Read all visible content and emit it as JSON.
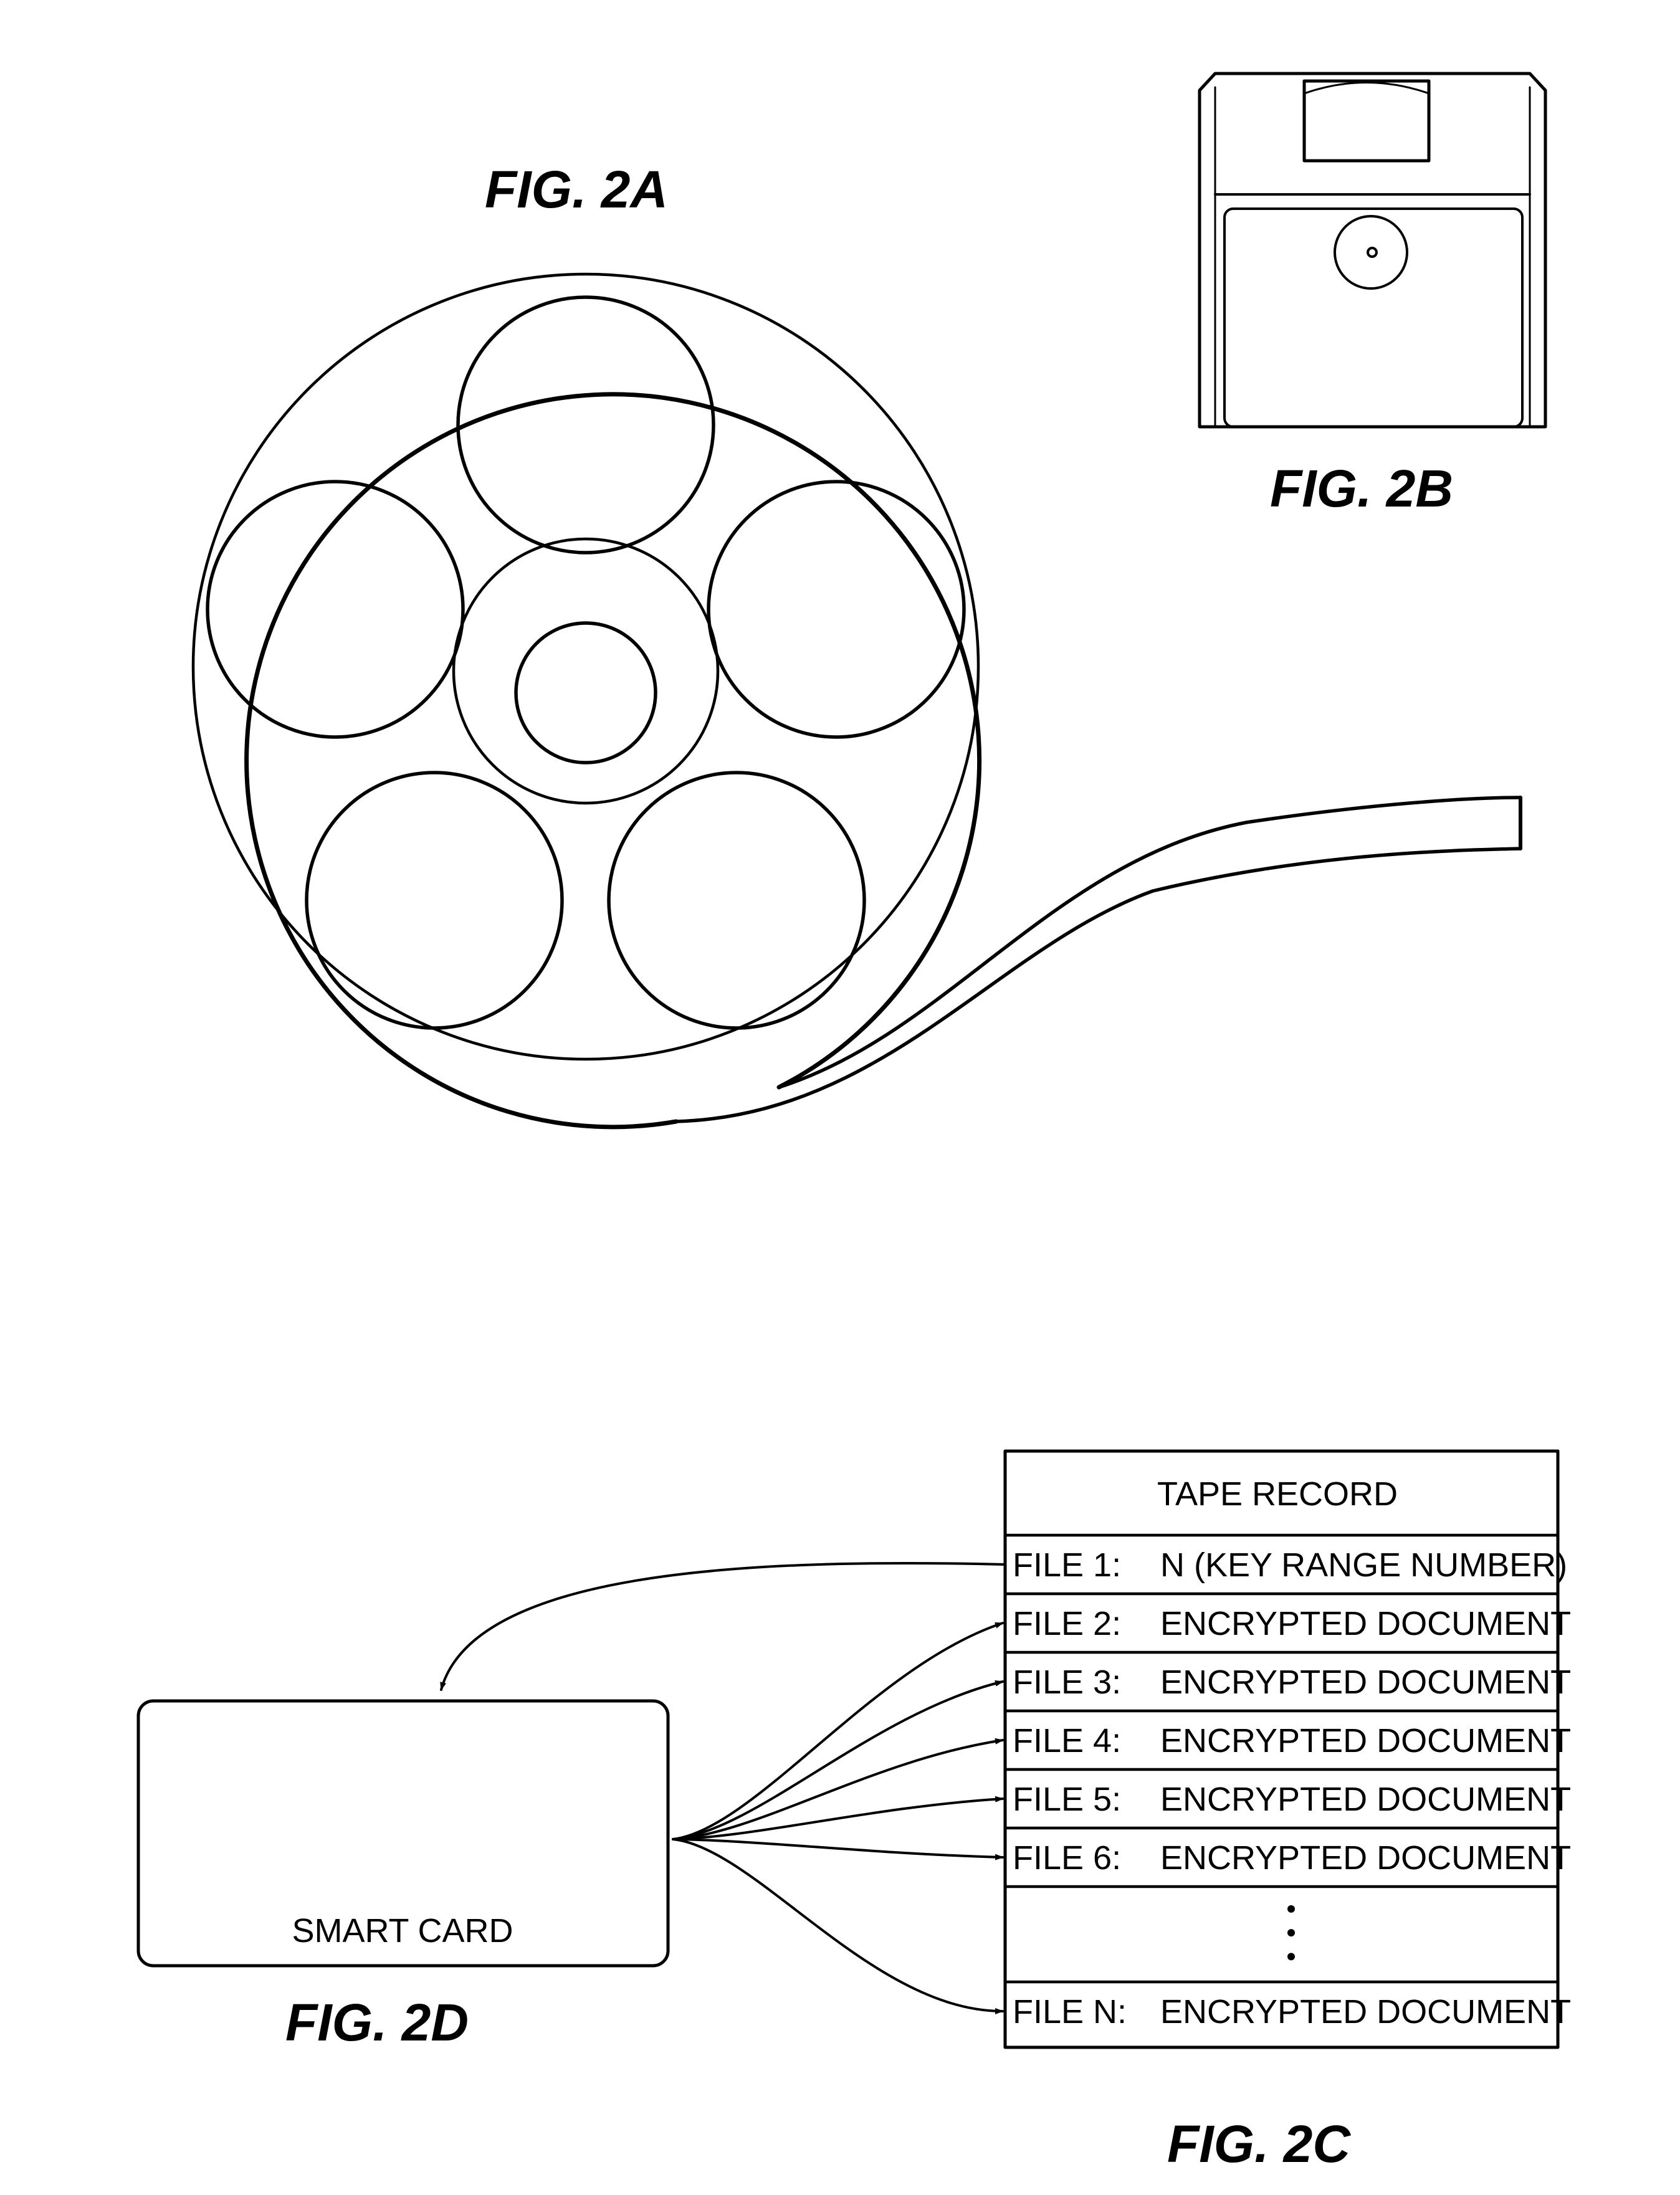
{
  "figures": {
    "fig_2a": "FIG. 2A",
    "fig_2b": "FIG. 2B",
    "fig_2c": "FIG. 2C",
    "fig_2d": "FIG. 2D"
  },
  "tape_record": {
    "header": "TAPE RECORD",
    "rows": [
      {
        "file": "FILE 1:",
        "content": "N (KEY RANGE NUMBER)"
      },
      {
        "file": "FILE 2:",
        "content": "ENCRYPTED DOCUMENT"
      },
      {
        "file": "FILE 3:",
        "content": "ENCRYPTED DOCUMENT"
      },
      {
        "file": "FILE 4:",
        "content": "ENCRYPTED DOCUMENT"
      },
      {
        "file": "FILE 5:",
        "content": "ENCRYPTED DOCUMENT"
      },
      {
        "file": "FILE 6:",
        "content": "ENCRYPTED DOCUMENT"
      },
      {
        "file": "FILE N:",
        "content": "ENCRYPTED DOCUMENT"
      }
    ]
  },
  "smart_card": {
    "label": "SMART CARD"
  },
  "colors": {
    "ink": "#000000",
    "paper": "#ffffff"
  }
}
